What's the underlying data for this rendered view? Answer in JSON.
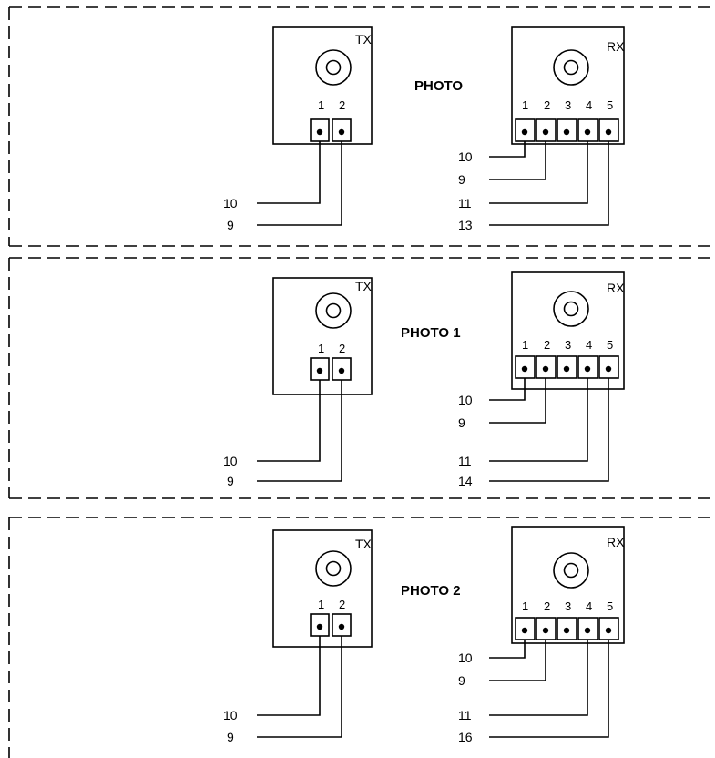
{
  "diagrams": [
    {
      "title": "PHOTO",
      "tx": {
        "label": "TX",
        "terminals": [
          "1",
          "2"
        ],
        "wires": [
          "10",
          "9"
        ]
      },
      "rx": {
        "label": "RX",
        "terminals": [
          "1",
          "2",
          "3",
          "4",
          "5"
        ],
        "wires": [
          "10",
          "9",
          "11",
          "13"
        ]
      }
    },
    {
      "title": "PHOTO 1",
      "tx": {
        "label": "TX",
        "terminals": [
          "1",
          "2"
        ],
        "wires": [
          "10",
          "9"
        ]
      },
      "rx": {
        "label": "RX",
        "terminals": [
          "1",
          "2",
          "3",
          "4",
          "5"
        ],
        "wires": [
          "10",
          "9",
          "11",
          "14"
        ]
      }
    },
    {
      "title": "PHOTO 2",
      "tx": {
        "label": "TX",
        "terminals": [
          "1",
          "2"
        ],
        "wires": [
          "10",
          "9"
        ]
      },
      "rx": {
        "label": "RX",
        "terminals": [
          "1",
          "2",
          "3",
          "4",
          "5"
        ],
        "wires": [
          "10",
          "9",
          "11",
          "16"
        ]
      }
    }
  ]
}
